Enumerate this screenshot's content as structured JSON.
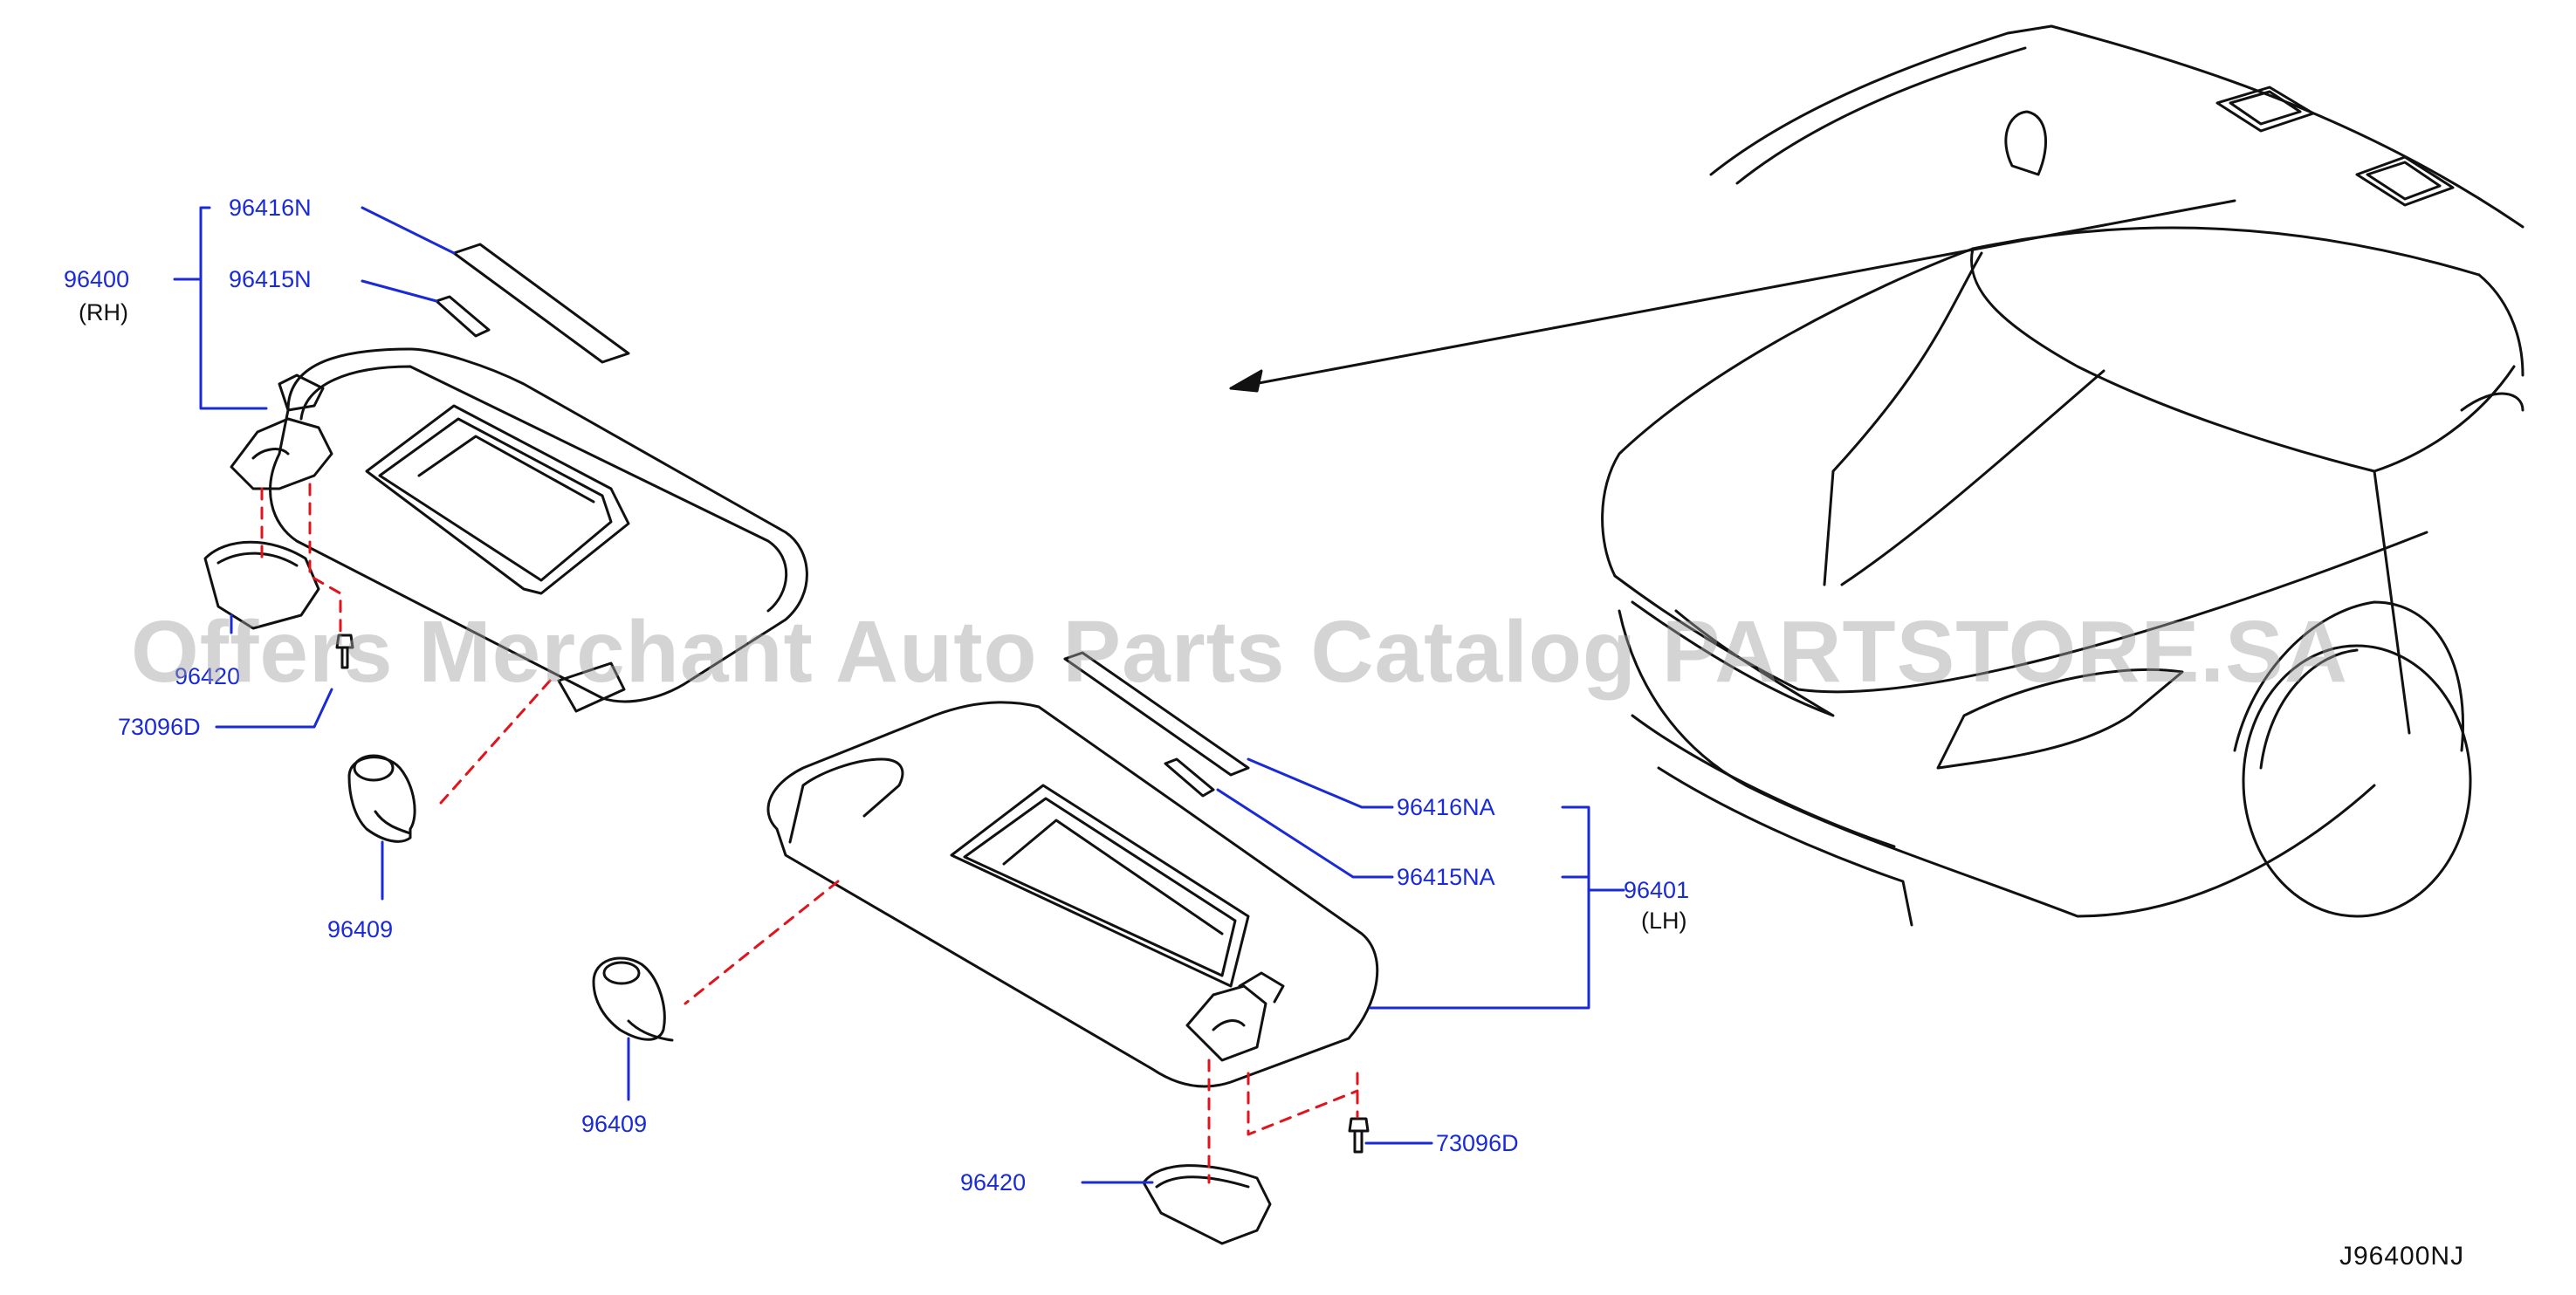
{
  "labels": {
    "p96416N": "96416N",
    "p96400": "96400",
    "rh": "(RH)",
    "p96415N": "96415N",
    "p96420_rh": "96420",
    "p73096D_rh": "73096D",
    "p96409_rh": "96409",
    "p96416NA": "96416NA",
    "p96415NA": "96415NA",
    "p96401": "96401",
    "lh": "(LH)",
    "p96409_lh": "96409",
    "p73096D_lh": "73096D",
    "p96420_lh": "96420"
  },
  "diagram_code": "J96400NJ",
  "watermark": "Offers Merchant Auto Parts Catalog PARTSTORE.SA",
  "colors": {
    "line": "#111111",
    "callout": "#1a2bd6",
    "dashed": "#e0141c"
  }
}
